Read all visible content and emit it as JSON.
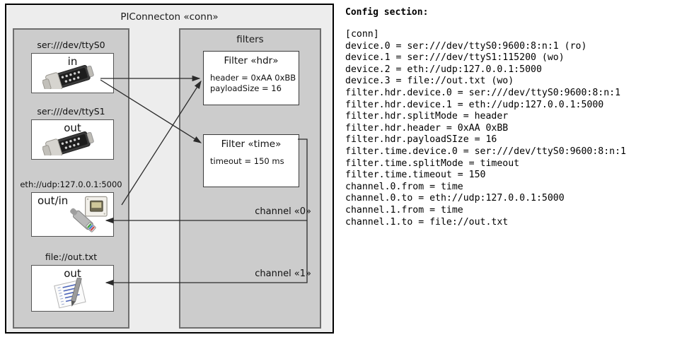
{
  "diagram": {
    "outer_title": "PIConnecton «conn»",
    "devices_panel": {
      "title": "",
      "devices": [
        {
          "label": "ser:///dev/ttyS0",
          "direction": "in",
          "icon": "serial-port-icon"
        },
        {
          "label": "ser:///dev/ttyS1",
          "direction": "out",
          "icon": "serial-port-icon"
        },
        {
          "label": "eth://udp:127.0.0.1:5000",
          "direction": "out/in",
          "icon": "ethernet-jack-icon"
        },
        {
          "label": "file://out.txt",
          "direction": "out",
          "icon": "text-file-icon"
        }
      ]
    },
    "filters_panel": {
      "title": "filters",
      "filters": [
        {
          "title": "Filter «hdr»",
          "props": [
            "header = 0xAA 0xBB",
            "payloadSize = 16"
          ]
        },
        {
          "title": "Filter «time»",
          "props": [
            "timeout = 150 ms"
          ]
        }
      ],
      "channels": [
        {
          "label": "channel «0»"
        },
        {
          "label": "channel «1»"
        }
      ]
    },
    "colors": {
      "outer_bg": "#ededed",
      "panel_bg": "#cccccc",
      "panel_border": "#6e6e6e",
      "box_bg": "#ffffff",
      "edge": "#2b2b2b"
    }
  },
  "config": {
    "heading": "Config section:",
    "lines": [
      "[conn]",
      "device.0 = ser:///dev/ttyS0:9600:8:n:1 (ro)",
      "device.1 = ser:///dev/ttyS1:115200 (wo)",
      "device.2 = eth://udp:127.0.0.1:5000",
      "device.3 = file://out.txt (wo)",
      "filter.hdr.device.0 = ser:///dev/ttyS0:9600:8:n:1",
      "filter.hdr.device.1 = eth://udp:127.0.0.1:5000",
      "filter.hdr.splitMode = header",
      "filter.hdr.header = 0xAA 0xBB",
      "filter.hdr.payloadSIze = 16",
      "filter.time.device.0 = ser:///dev/ttyS0:9600:8:n:1",
      "filter.time.splitMode = timeout",
      "filter.time.timeout = 150",
      "channel.0.from = time",
      "channel.0.to = eth://udp:127.0.0.1:5000",
      "channel.1.from = time",
      "channel.1.to = file://out.txt"
    ]
  }
}
